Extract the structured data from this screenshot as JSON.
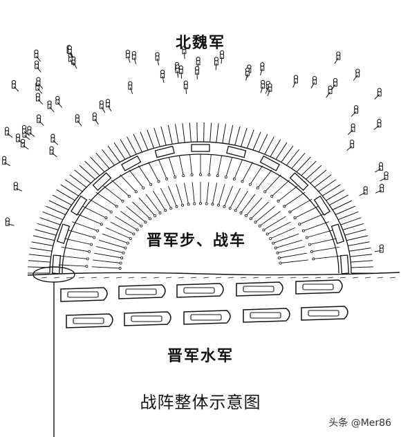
{
  "labels": {
    "northern_wei": "北魏军",
    "jin_infantry_chariots": "晋军步、战车",
    "jin_navy": "晋军水军",
    "caption": "战阵整体示意图",
    "watermark": "头条 @Mer86"
  },
  "colors": {
    "ink": "#111111",
    "paper": "#ffffff"
  },
  "counts": {
    "wei_soldiers": 64,
    "chariots_in_arc": 13,
    "boats_row_1": 5,
    "boats_row_2": 5
  }
}
